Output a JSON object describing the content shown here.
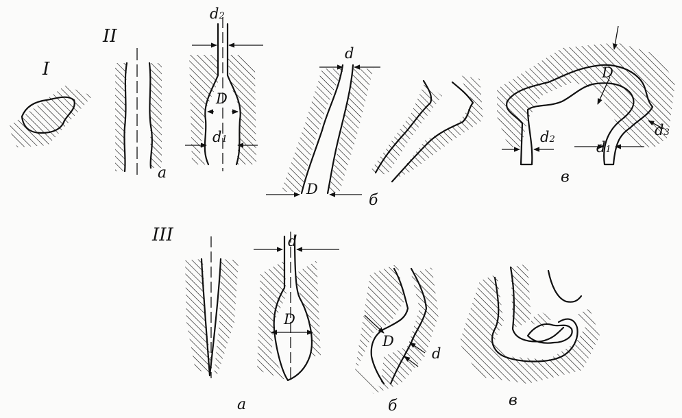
{
  "groups": {
    "g1": "I",
    "g2": "II",
    "g3": "III"
  },
  "captions": {
    "g2_a": "a",
    "g2_b": "б",
    "g2_v": "в",
    "g3_a": "a",
    "g3_b": "б",
    "g3_v": "в"
  },
  "dims": {
    "d": "d",
    "D": "D",
    "sub1": "1",
    "sub2": "2",
    "sub3": "3"
  },
  "colors": {
    "ink": "#111111",
    "paper": "#fbfbfa"
  }
}
